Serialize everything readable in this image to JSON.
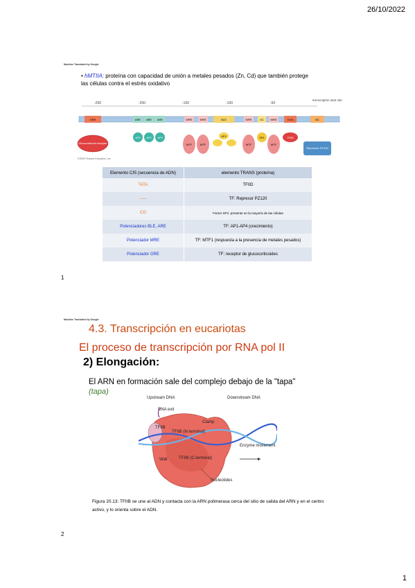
{
  "header": {
    "date": "26/10/2022"
  },
  "page_number": "1",
  "slide1": {
    "translated_note": "Machine Translated by Google",
    "bullet_term": "hMTIIA:",
    "bullet_text": " proteína con capacidad de unión a metales pesados (Zn, Cd) que también protege las células contra el estrés oxidativo",
    "diagram": {
      "ruler_ticks": [
        "-250",
        "-200",
        "-150",
        "-100",
        "-50"
      ],
      "start_site_label": "transcription start site",
      "boxes": [
        "GRE",
        "ARE",
        "ARE",
        "ARE",
        "MRE",
        "MRE",
        "BLE",
        "MRE",
        "GC",
        "MRE",
        "TATA",
        "BC"
      ],
      "proteins": {
        "receptor": "Glucocorticoid receptor",
        "ap2": "AP2",
        "ap2b": "AP2",
        "ap4": "AP4",
        "mtf": "MTF",
        "ap1": "AP1",
        "sp1": "SP1",
        "tfiid": "TFIID",
        "repressor": "Repressor PZ120"
      },
      "copyright": "©2000 Pearson Education, Inc."
    },
    "table": {
      "headers": [
        "Elemento CIS (secuencia de ADN)",
        "elemento TRANS (proteína)"
      ],
      "rows": [
        {
          "cis": "TATA",
          "trans": "TFIID",
          "cis_color": "orange"
        },
        {
          "cis": "-----",
          "trans": "TF: Represor PZ120",
          "cis_color": "orange"
        },
        {
          "cis": "CG",
          "trans": "Factor SP1: presente en la mayoría de las células",
          "cis_color": "orange",
          "small": true
        },
        {
          "cis": "Potenciadores BLE, ARE",
          "trans": "TF: AP1-AP4 (crecimiento)",
          "cis_color": "blue"
        },
        {
          "cis": "Potenciador MRE",
          "trans": "TF: MTF1 (respuesta a la presencia de metales pesados)",
          "cis_color": "blue"
        },
        {
          "cis": "Potenciador GRE",
          "trans": "TF: receptor de glucocorticoides",
          "cis_color": "blue"
        }
      ]
    },
    "slide_number": "1"
  },
  "slide2": {
    "translated_note": "Machine Translated by Google",
    "heading": "4.3. Transcripción en eucariotas",
    "subheading": "El proceso de transcripción por RNA pol II",
    "section": "2) Elongación:",
    "body": "El ARN en formación sale del complejo debajo de la \"tapa\"",
    "body_italic": "(tapa)",
    "diagram": {
      "upstream": "Upstream DNA",
      "downstream": "Downstream DNA",
      "rna_exit": "RNA exit",
      "clamp": "Clamp",
      "tfiib_d": "TFIIB",
      "tfiib_n": "TFIIB (N-terminal)",
      "tfiib_c": "TFIIB (C-terminal)",
      "wall": "Wall",
      "enzyme": "Enzyme movement",
      "nucleotides": "Nucleotides"
    },
    "caption": "Figura 20.13: TFIIB se une al ADN y contacta con la ARN polimerasa cerca del sitio de salida del ARN y en el centro activo, y lo orienta sobre el ADN.",
    "slide_number": "2"
  }
}
